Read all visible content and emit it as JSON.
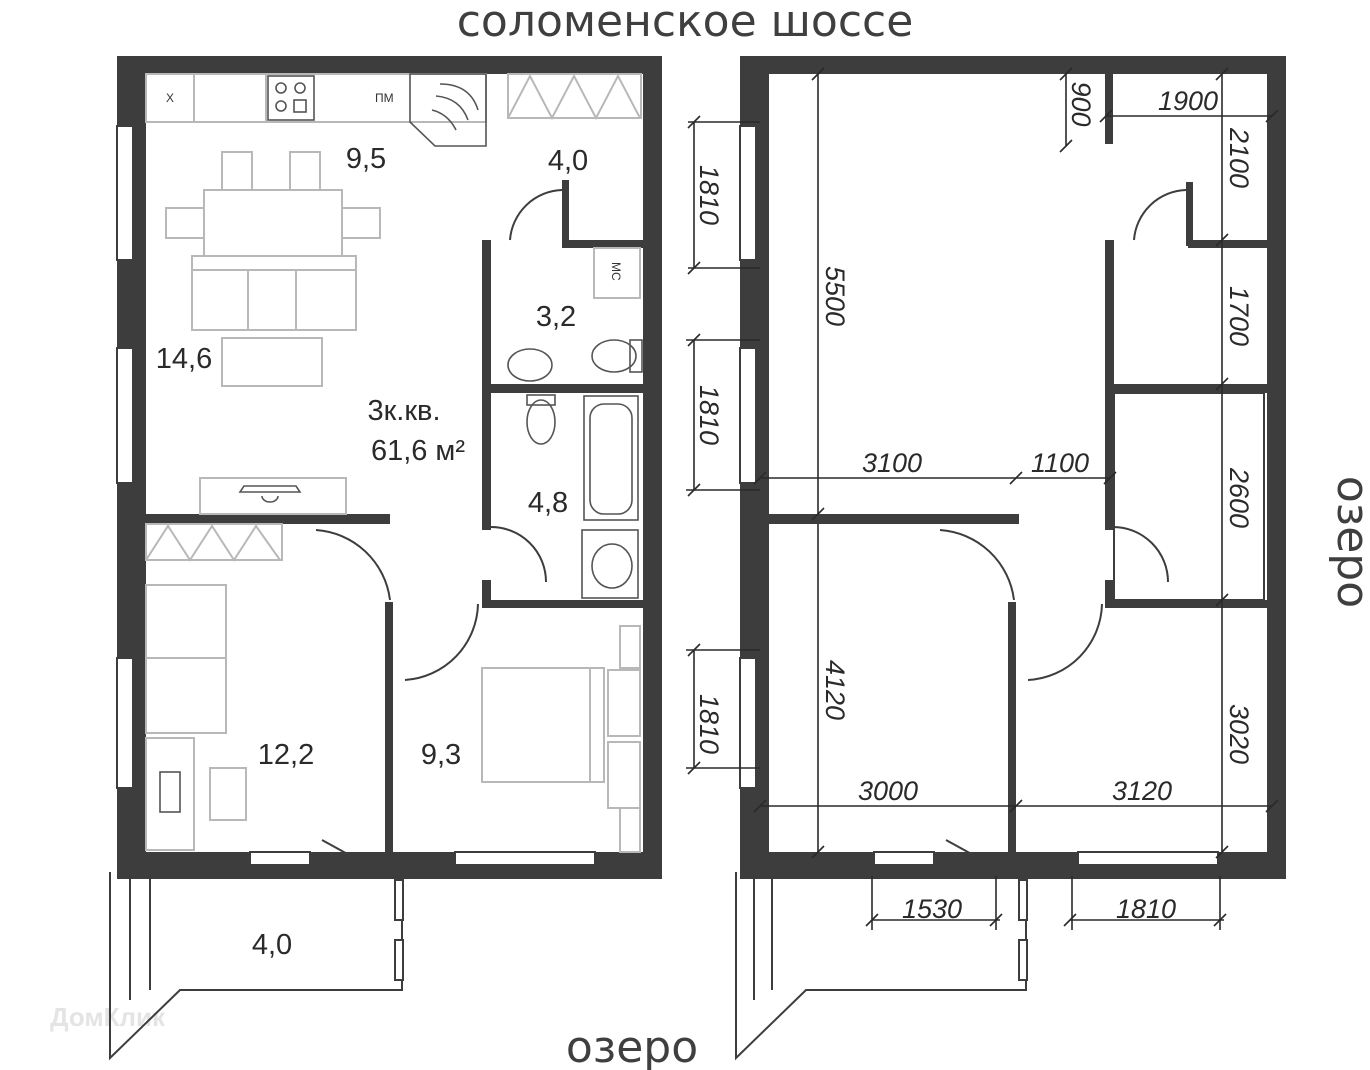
{
  "labels": {
    "street_top": "соломенское шоссе",
    "lake_bottom": "озеро",
    "lake_right": "озеро",
    "apartment_type": "3к.кв.",
    "total_area": "61,6 м²",
    "watermark": "ДомКлик",
    "fridge_label": "Х",
    "dishwasher_label": "ПМ",
    "washer_label": "МС"
  },
  "room_areas": {
    "kitchen": "9,5",
    "hall": "4,0",
    "toilet": "3,2",
    "living": "14,6",
    "bathroom": "4,8",
    "bedroom_left": "12,2",
    "bedroom_right": "9,3",
    "balcony": "4,0"
  },
  "dimensions": {
    "left_1810_top": "1810",
    "left_1810_mid": "1810",
    "left_1810_bottom": "1810",
    "height_5500": "5500",
    "height_4120": "4120",
    "width_900": "900",
    "width_1900": "1900",
    "right_2100": "2100",
    "right_1700": "1700",
    "right_2600": "2600",
    "right_3020": "3020",
    "width_3100": "3100",
    "width_1100": "1100",
    "width_3000": "3000",
    "width_3120": "3120",
    "balcony_1530": "1530",
    "window_1810": "1810"
  },
  "colors": {
    "wall": "#3d3d3d",
    "furniture": "#b8b8b8",
    "text": "#2a2a2a"
  }
}
